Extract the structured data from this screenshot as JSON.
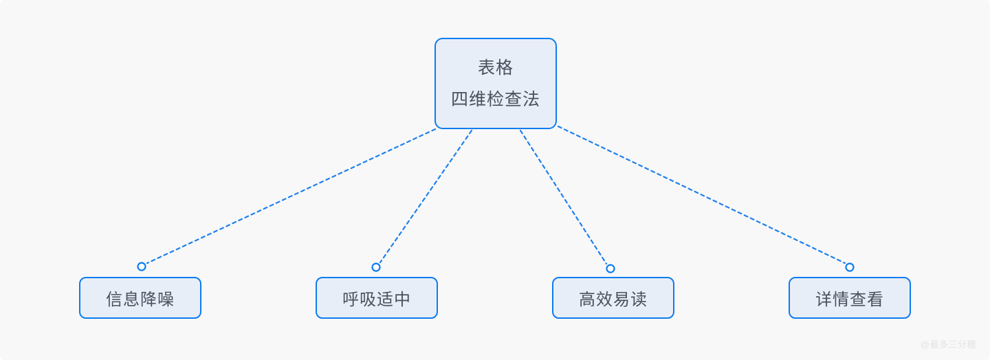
{
  "diagram": {
    "type": "mind-map",
    "background_color": "#f8f8f9",
    "accent_color": "#0c7cf0",
    "node_fill_color": "#e8eef8",
    "text_color": "#4a505c",
    "root": {
      "line_1": "表格",
      "line_2": "四维检查法"
    },
    "leaves": [
      {
        "label": "信息降噪"
      },
      {
        "label": "呼吸适中"
      },
      {
        "label": "高效易读"
      },
      {
        "label": "详情查看"
      }
    ],
    "connector_style": "dashed",
    "connector_endpoint": "circle"
  },
  "watermark": {
    "text": "@最多三分糖"
  }
}
